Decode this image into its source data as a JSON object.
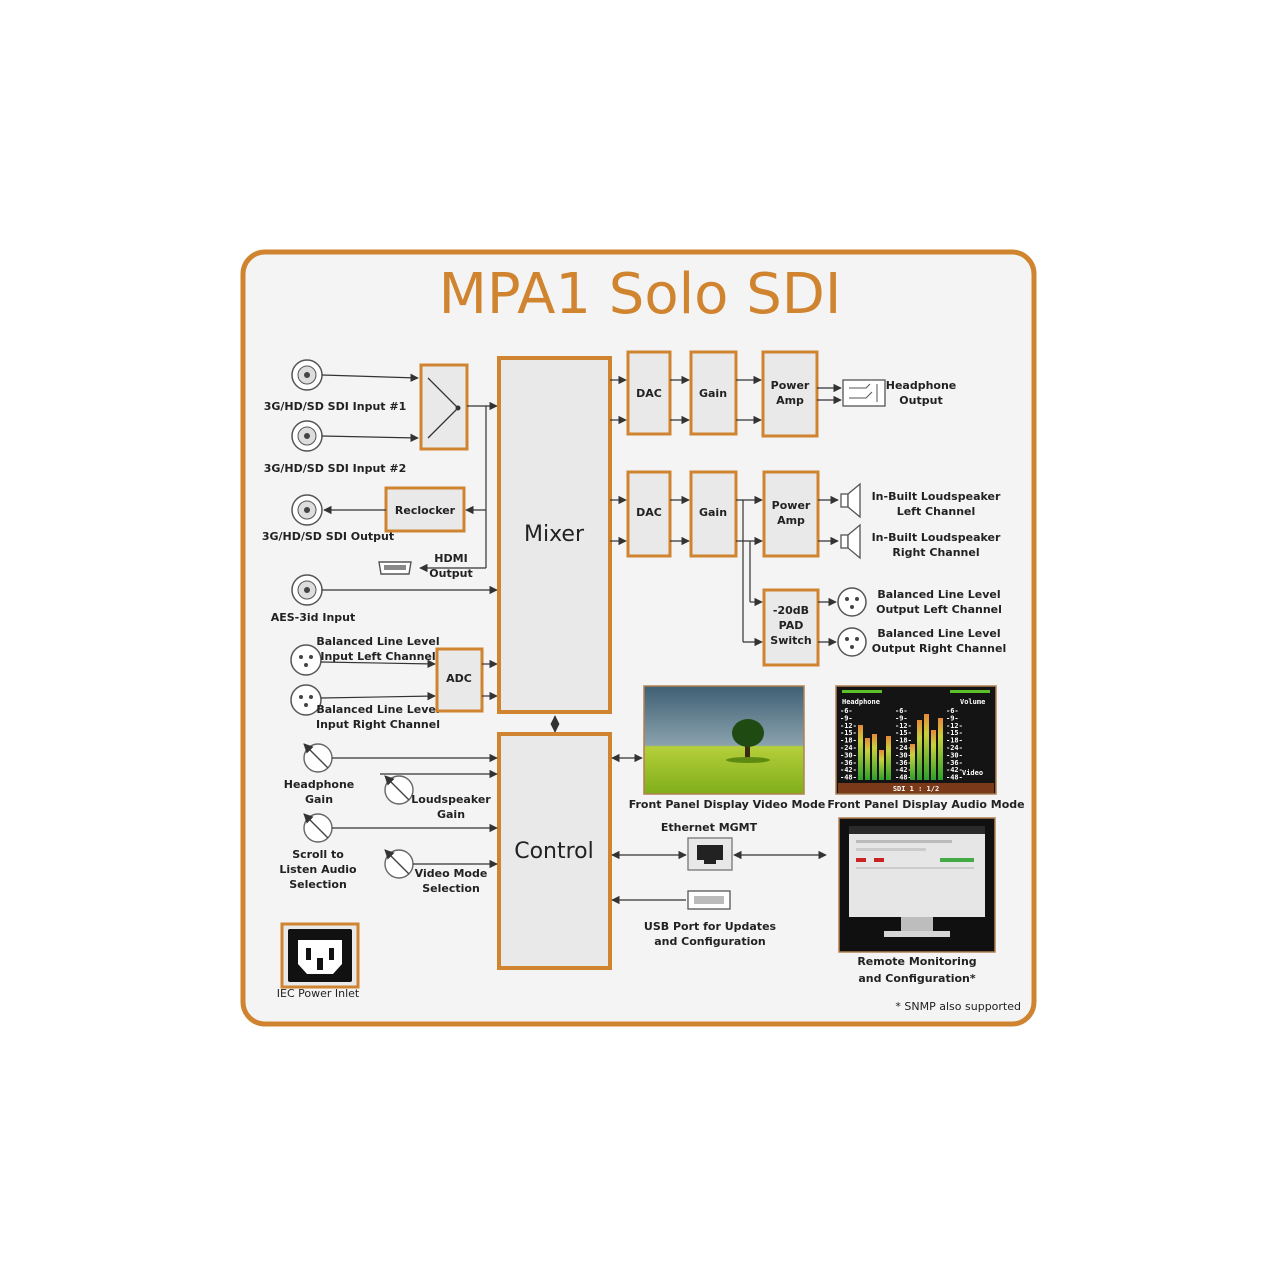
{
  "title": "MPA1 Solo SDI",
  "colors": {
    "accent": "#d0842f",
    "block_fill": "#e9e9ea",
    "panel_fill": "#f4f4f4",
    "line": "#333333"
  },
  "blocks": {
    "mixer": "Mixer",
    "control": "Control",
    "reclocker": "Reclocker",
    "adc": "ADC",
    "dac": "DAC",
    "gain": "Gain",
    "power_amp": [
      "Power",
      "Amp"
    ],
    "pad_switch": [
      "-20dB",
      "PAD",
      "Switch"
    ]
  },
  "labels": {
    "sdi_input_1": "3G/HD/SD SDI Input #1",
    "sdi_input_2": "3G/HD/SD SDI Input #2",
    "sdi_output": "3G/HD/SD SDI Output",
    "hdmi_output": [
      "HDMI",
      "Output"
    ],
    "aes_input": "AES-3id Input",
    "bal_in_left": [
      "Balanced Line Level",
      "Input Left Channel"
    ],
    "bal_in_right": [
      "Balanced Line Level",
      "Input Right Channel"
    ],
    "headphone_gain": [
      "Headphone",
      "Gain"
    ],
    "loudspeaker_gain": [
      "Loudspeaker",
      "Gain"
    ],
    "scroll_listen": [
      "Scroll to",
      "Listen Audio",
      "Selection"
    ],
    "video_mode_sel": [
      "Video Mode",
      "Selection"
    ],
    "iec_power": "IEC Power Inlet",
    "headphone_output": [
      "Headphone",
      "Output"
    ],
    "speaker_left": [
      "In-Built Loudspeaker",
      "Left Channel"
    ],
    "speaker_right": [
      "In-Built Loudspeaker",
      "Right Channel"
    ],
    "bal_out_left": [
      "Balanced Line Level",
      "Output Left Channel"
    ],
    "bal_out_right": [
      "Balanced Line Level",
      "Output Right Channel"
    ],
    "fp_video": "Front Panel Display Video Mode",
    "fp_audio": "Front Panel Display Audio Mode",
    "ethernet": "Ethernet MGMT",
    "usb": [
      "USB Port for Updates",
      "and Configuration"
    ],
    "remote": [
      "Remote Monitoring",
      "and Configuration*"
    ],
    "snmp": "* SNMP also supported"
  },
  "audio_screen": {
    "headphone": "Headphone",
    "volume": "Volume",
    "video": "Video",
    "status": "SDI 1 : 1/2",
    "scale": [
      "-6-",
      "-9-",
      "-12-",
      "-15-",
      "-18-",
      "-24-",
      "-30-",
      "-36-",
      "-42-",
      "-48-"
    ]
  }
}
